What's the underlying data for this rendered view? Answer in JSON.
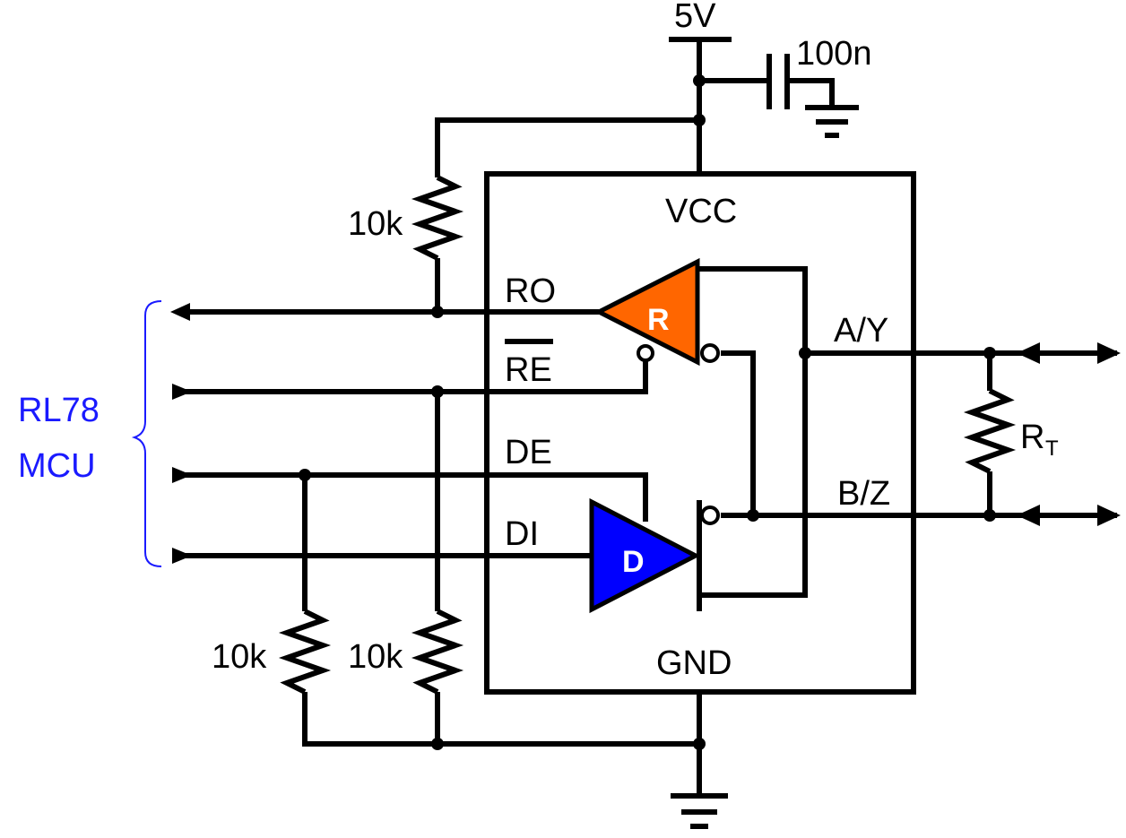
{
  "supply": {
    "voltage": "5V",
    "cap_value": "100n"
  },
  "chip": {
    "vcc": "VCC",
    "gnd": "GND",
    "receiver": "R",
    "driver": "D"
  },
  "pins": {
    "ro": "RO",
    "re": "RE",
    "de": "DE",
    "di": "DI",
    "a": "A/Y",
    "b": "B/Z"
  },
  "resistors": {
    "pullup_ro": "10k",
    "pulldown_de": "10k",
    "pulldown_re": "10k",
    "terminator": "R",
    "terminator_sub": "T"
  },
  "mcu": {
    "line1": "RL78",
    "line2": "MCU"
  },
  "colors": {
    "receiver": "#ff6600",
    "driver": "#0000ff",
    "mcu": "#1a1aff",
    "wire": "#000000"
  }
}
